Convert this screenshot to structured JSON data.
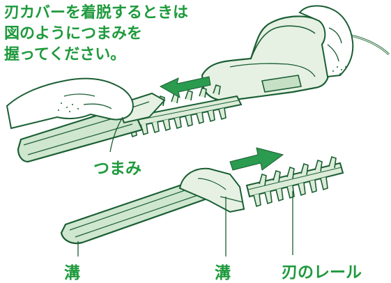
{
  "instruction": {
    "lines": [
      "刃カバーを着脱するときは",
      "図のようにつまみを",
      "握ってください。"
    ]
  },
  "labels": {
    "knob": "つまみ",
    "groove_left": "溝",
    "groove_mid": "溝",
    "blade_rail": "刃のレール"
  },
  "colors": {
    "text": "#1e9a3c",
    "outline": "#1a5e33",
    "arrow": "#2b9b4f",
    "fill_light": "#e9f3e7",
    "fill_mid": "#cfe6cf",
    "fill_dark": "#b2d4b3"
  }
}
